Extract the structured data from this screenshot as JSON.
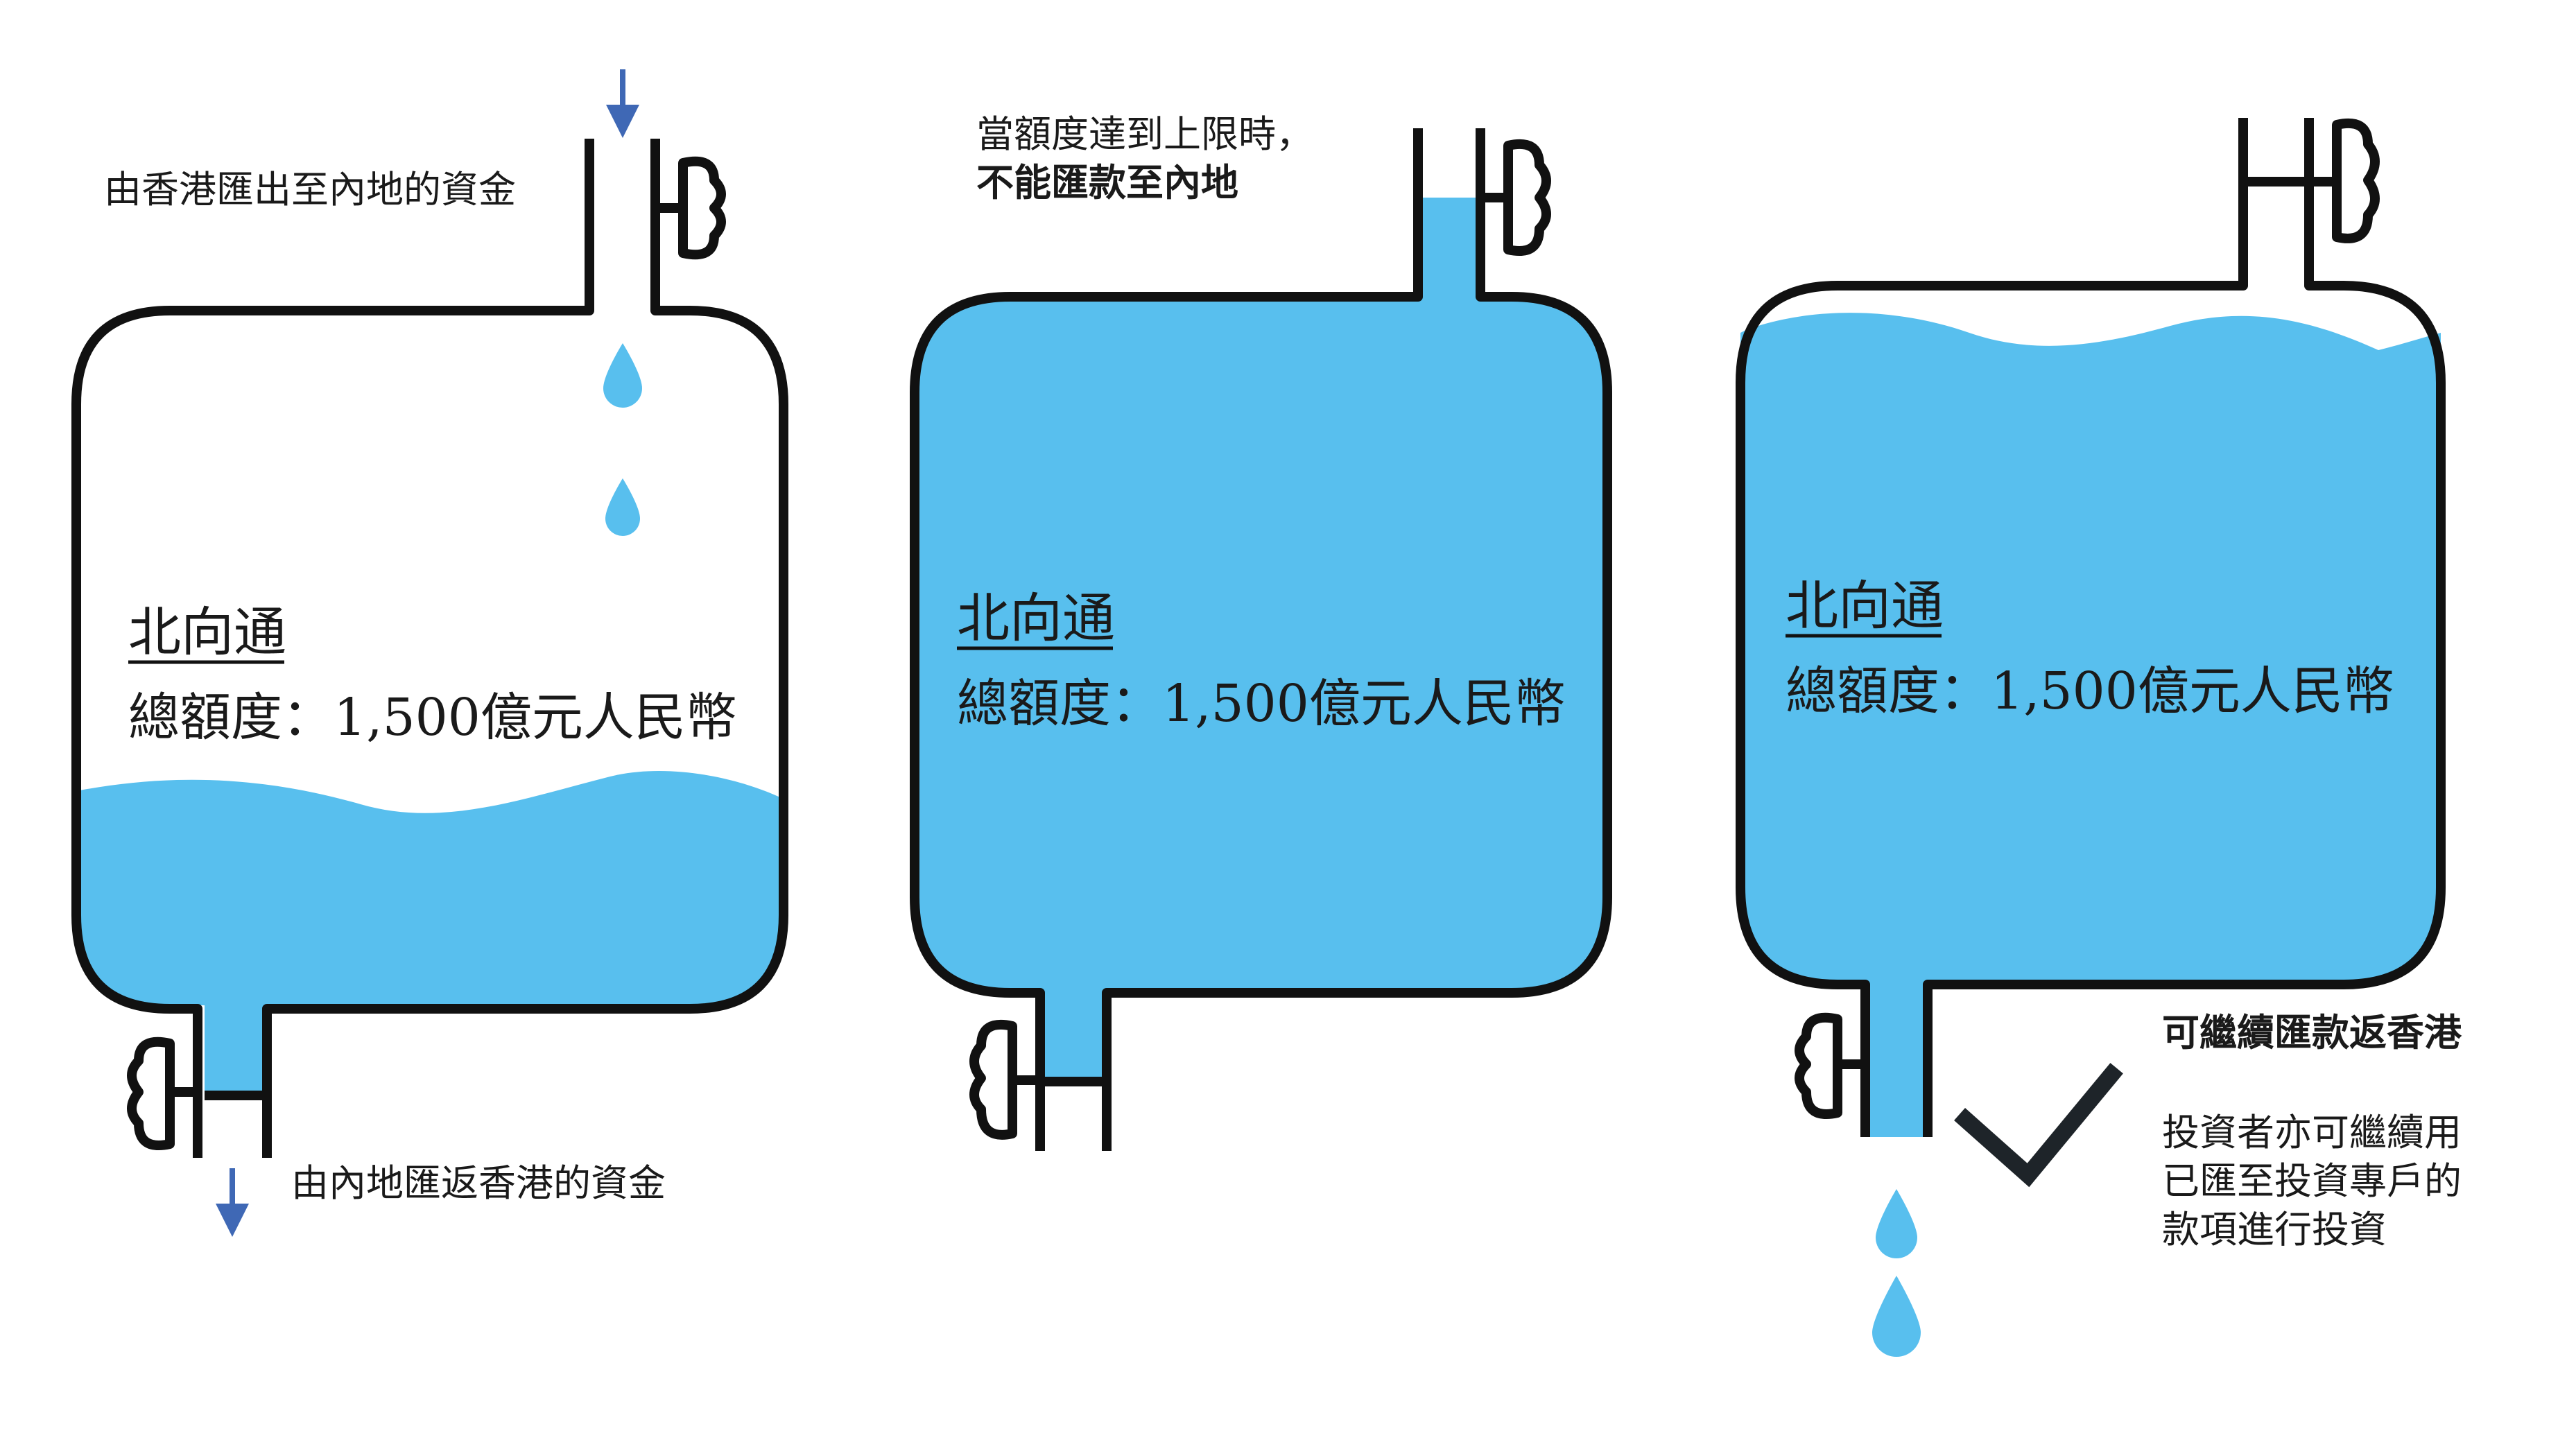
{
  "tank1": {
    "title": "北向通",
    "quota": "總額度：1,500億元人民幣",
    "top_label": "由香港匯出至內地的資金",
    "bottom_label": "由內地匯返香港的資金"
  },
  "tank2": {
    "title": "北向通",
    "quota": "總額度：1,500億元人民幣",
    "top_label_line1": "當額度達到上限時，",
    "top_label_line2": "不能匯款至內地"
  },
  "tank3": {
    "title": "北向通",
    "quota": "總額度：1,500億元人民幣",
    "side_heading": "可繼續匯款返香港",
    "side_line1": "投資者亦可繼續用",
    "side_line2": "已匯至投資專戶的",
    "side_line3": "款項進行投資"
  },
  "colors": {
    "water": "#58bfee",
    "outline": "#111111",
    "arrow": "#3f68b5"
  }
}
